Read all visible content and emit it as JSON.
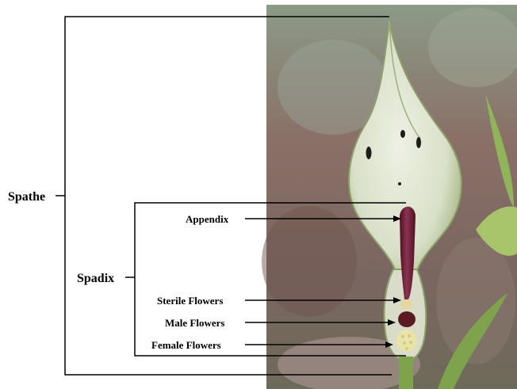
{
  "labels": {
    "spathe": "Spathe",
    "spadix": "Spadix",
    "appendix": "Appendix",
    "sterile_flowers": "Sterile Flowers",
    "male_flowers": "Male Flowers",
    "female_flowers": "Female Flowers"
  },
  "colors": {
    "line": "#000000",
    "spathe_fill": "#dde4cf",
    "spathe_edge": "#8da06a",
    "spathe_spots": "#1e1e18",
    "appendix": "#6e1f36",
    "female_flowers": "#e8e3a8",
    "stem": "#7fa34c",
    "background_blur": "#8a7a72"
  }
}
